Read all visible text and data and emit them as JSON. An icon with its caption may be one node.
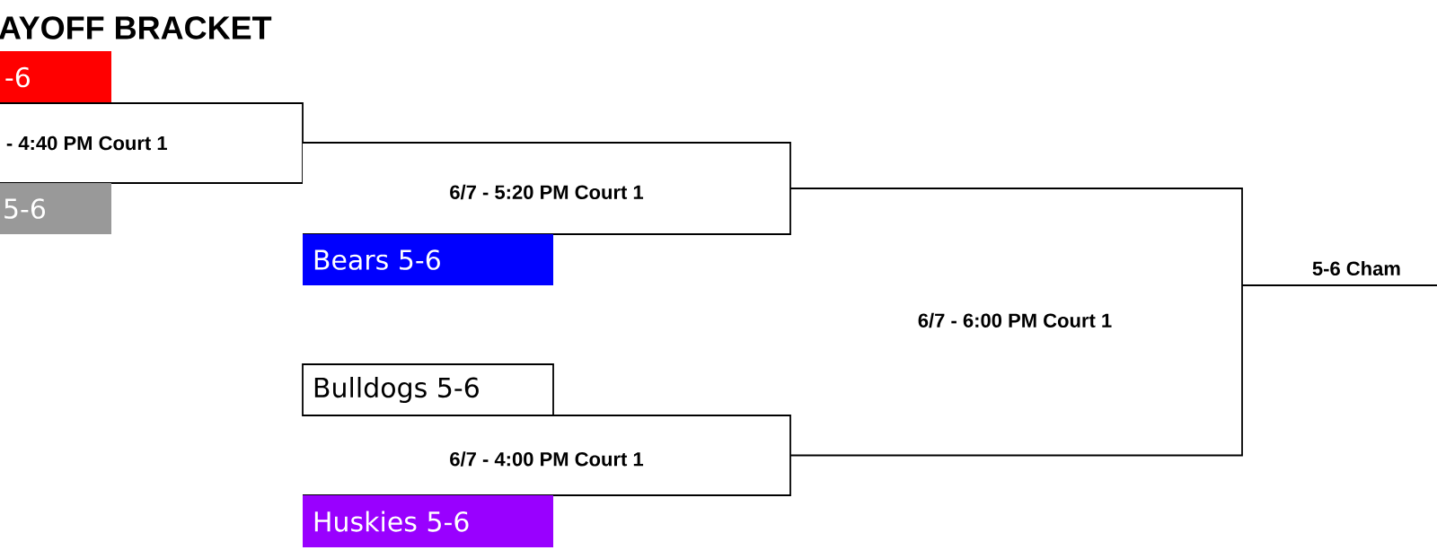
{
  "diagram": {
    "title": "AYOFF BRACKET",
    "nodes": [
      {
        "text": [
          "-6"
        ]
      },
      {
        "text": [
          "- 4:40 PM Court 1"
        ]
      },
      {
        "text": [
          "5-6"
        ]
      },
      {
        "text": [
          "6/7 - 5:20 PM Court 1"
        ]
      },
      {
        "text": [
          "Bears 5-6"
        ]
      },
      {
        "text": [
          "Bulldogs 5-6"
        ]
      },
      {
        "text": [
          "6/7 - 4:00 PM Court 1"
        ]
      },
      {
        "text": [
          "Huskies 5-6"
        ]
      },
      {
        "text": [
          "5-6 Cham"
        ]
      }
    ],
    "edges": [
      {
        "from": 3,
        "to": 8,
        "arrow": "none"
      },
      {
        "from": 6,
        "to": 8,
        "arrow": "none"
      }
    ],
    "labels": [
      "6/7 - 6:00 PM Court 1"
    ]
  }
}
